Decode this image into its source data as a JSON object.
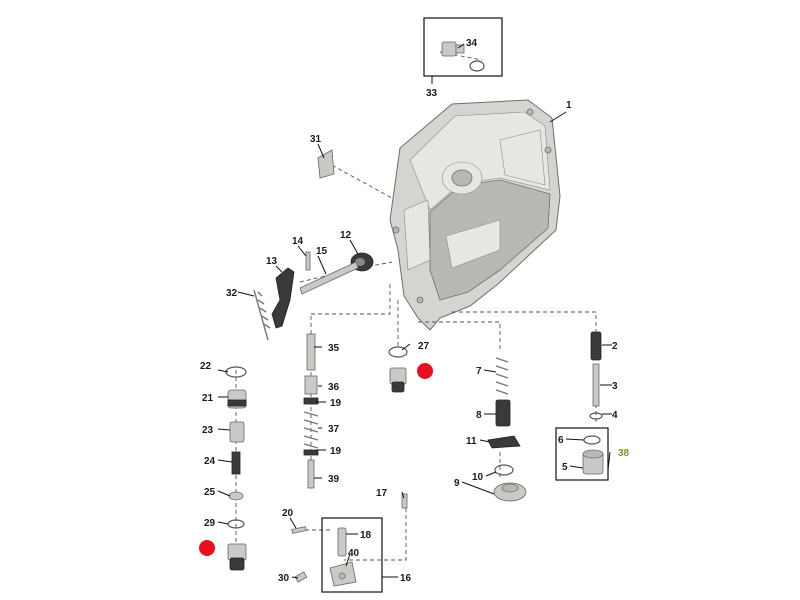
{
  "parts": [
    {
      "number": "1"
    },
    {
      "number": "2"
    },
    {
      "number": "3"
    },
    {
      "number": "4"
    },
    {
      "number": "5"
    },
    {
      "number": "6"
    },
    {
      "number": "7"
    },
    {
      "number": "8"
    },
    {
      "number": "9"
    },
    {
      "number": "10"
    },
    {
      "number": "11"
    },
    {
      "number": "12"
    },
    {
      "number": "13"
    },
    {
      "number": "14"
    },
    {
      "number": "15"
    },
    {
      "number": "16"
    },
    {
      "number": "17"
    },
    {
      "number": "18"
    },
    {
      "number": "19"
    },
    {
      "number": "19"
    },
    {
      "number": "20"
    },
    {
      "number": "21"
    },
    {
      "number": "22"
    },
    {
      "number": "23"
    },
    {
      "number": "24"
    },
    {
      "number": "25"
    },
    {
      "number": "27"
    },
    {
      "number": "29"
    },
    {
      "number": "30"
    },
    {
      "number": "31"
    },
    {
      "number": "32"
    },
    {
      "number": "33"
    },
    {
      "number": "34"
    },
    {
      "number": "35"
    },
    {
      "number": "36"
    },
    {
      "number": "37"
    },
    {
      "number": "38"
    },
    {
      "number": "39"
    },
    {
      "number": "40"
    }
  ],
  "highlight_color": "#e8101c",
  "callout_color_38": "#8a8a1e"
}
